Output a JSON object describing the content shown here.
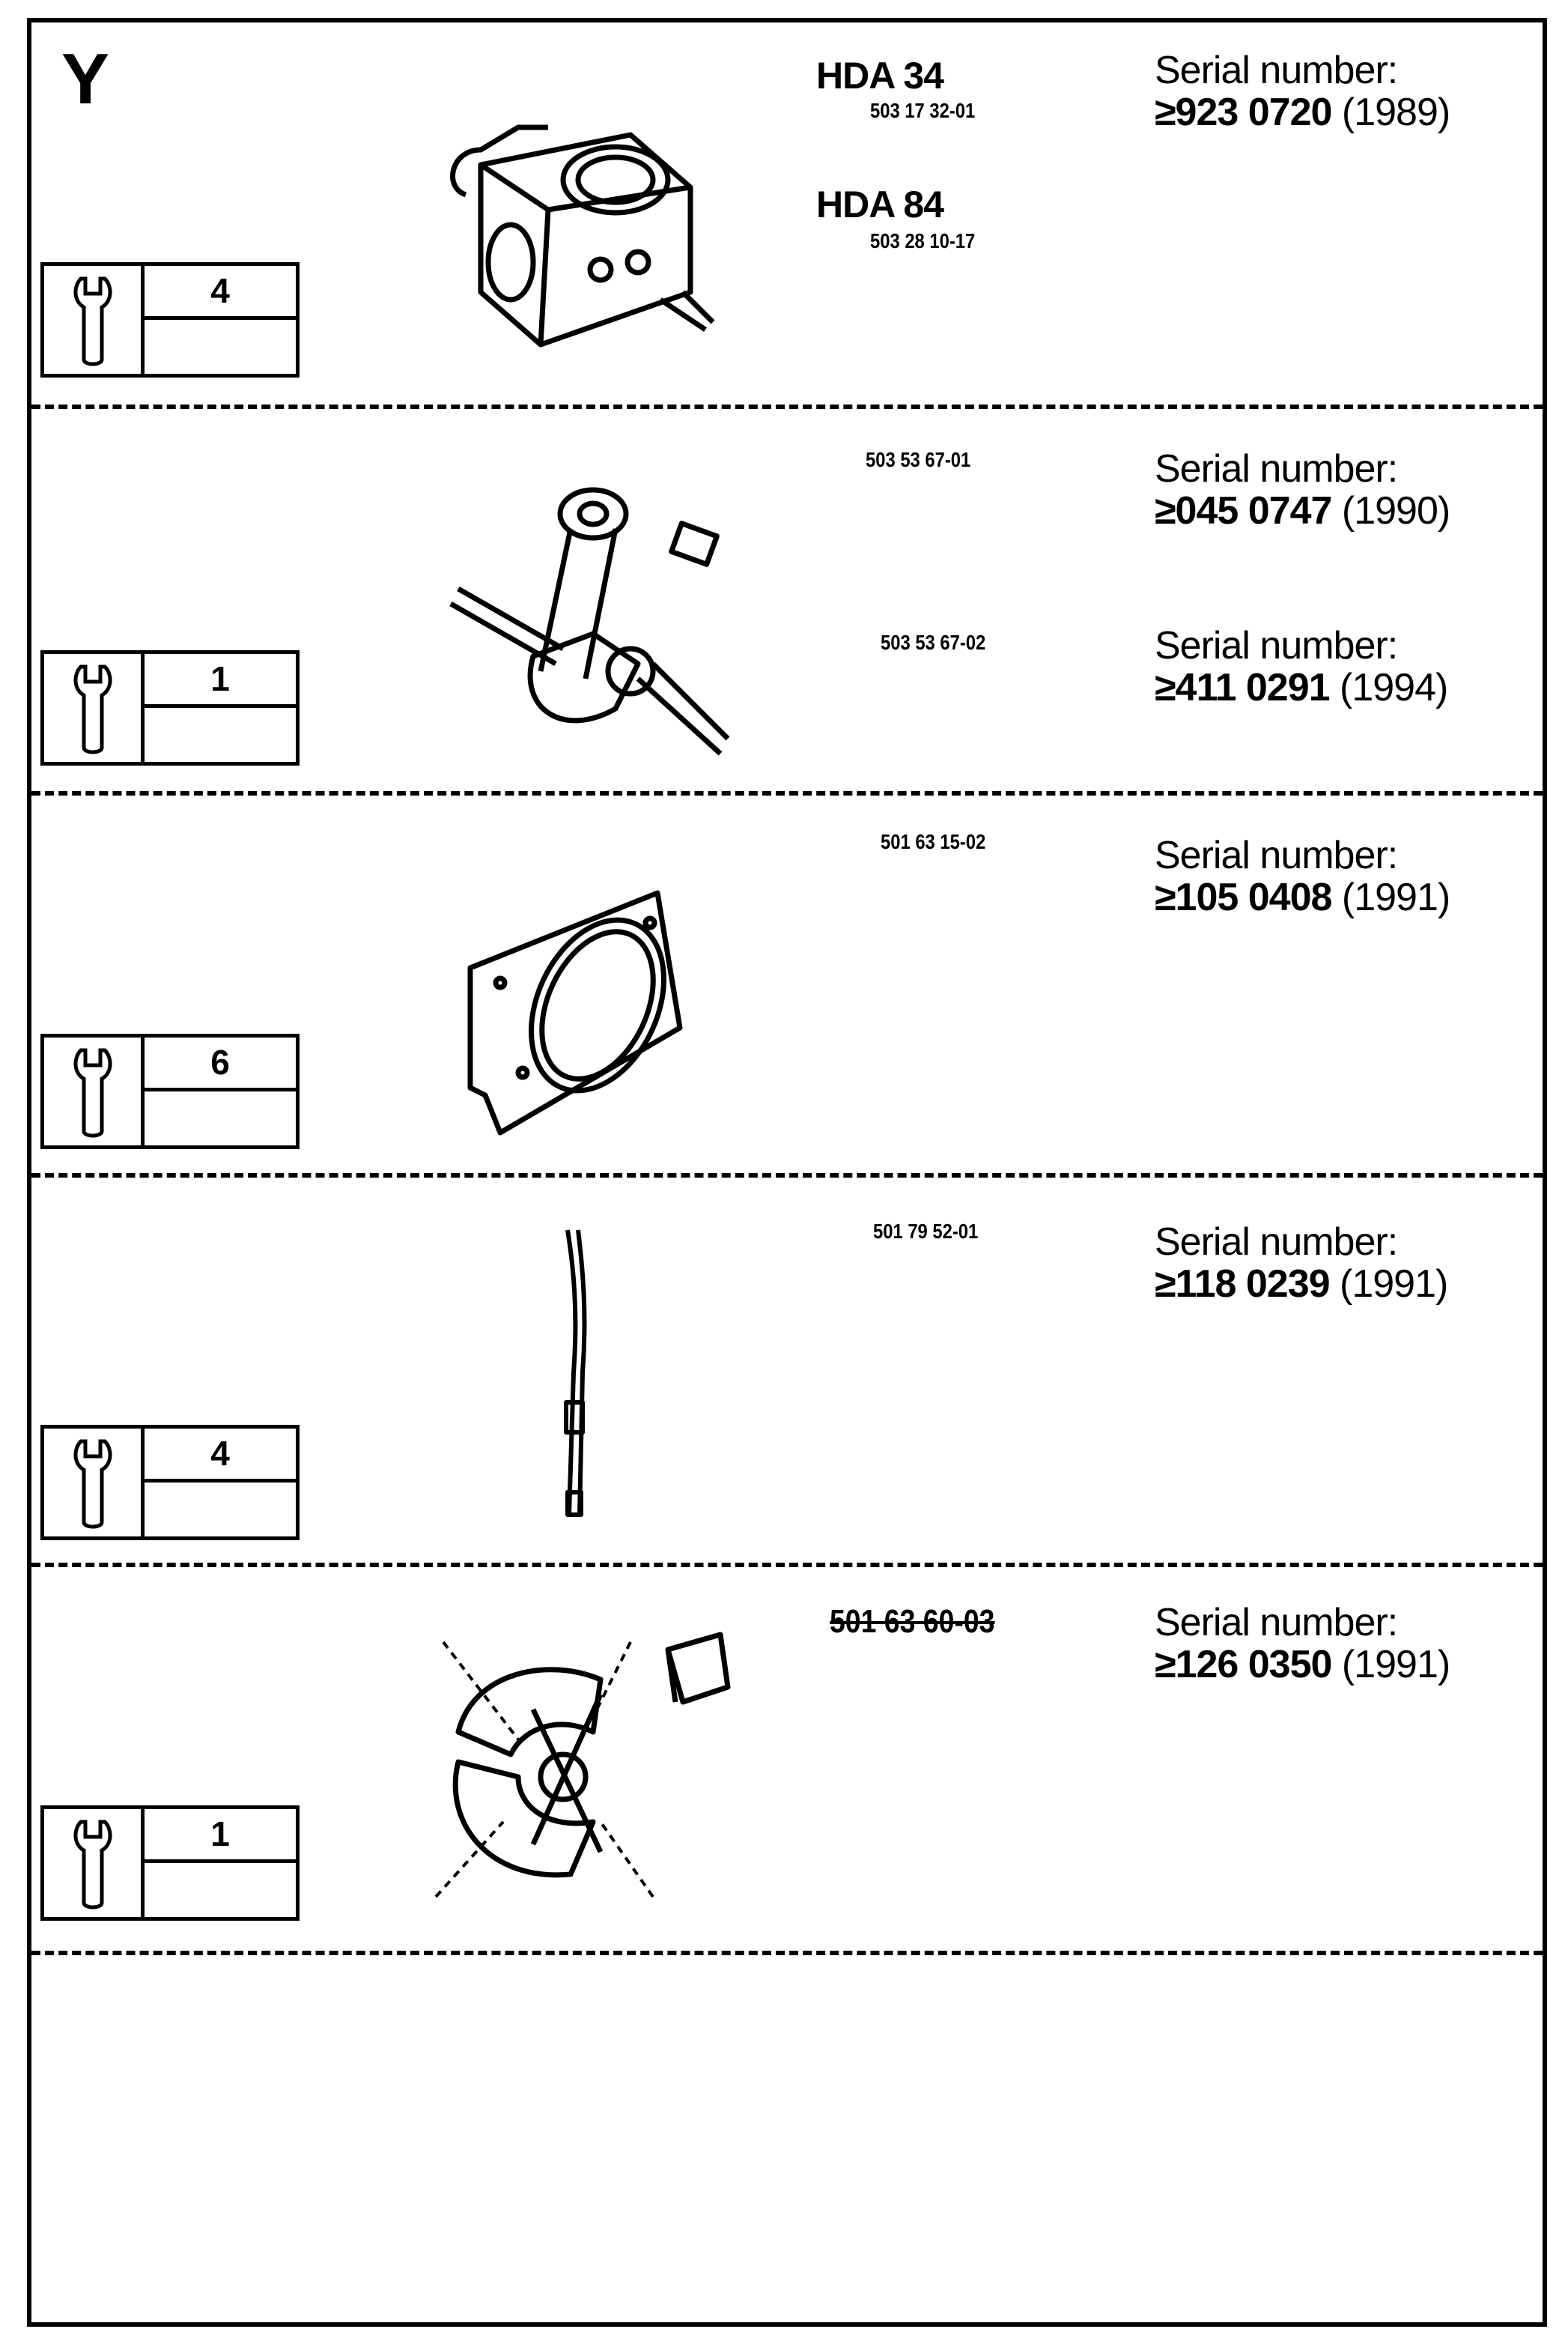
{
  "page_letter": "Y",
  "sections": [
    {
      "spec_value": "4",
      "models": [
        {
          "name": "HDA 34",
          "part": "503 17 32-01"
        },
        {
          "name": "HDA 84",
          "part": "503 28 10-17"
        }
      ],
      "serials": [
        {
          "label": "Serial number:",
          "value": "≥923 0720",
          "year": "(1989)"
        }
      ],
      "illustration": "carburetor-icon"
    },
    {
      "spec_value": "1",
      "parts": [
        "503 53 67-01",
        "503 53 67-02"
      ],
      "serials": [
        {
          "label": "Serial number:",
          "value": "≥045 0747",
          "year": "(1990)"
        },
        {
          "label": "Serial number:",
          "value": "≥411 0291",
          "year": "(1994)"
        }
      ],
      "illustration": "crankshaft-icon"
    },
    {
      "spec_value": "6",
      "parts": [
        "501 63 15-02"
      ],
      "serials": [
        {
          "label": "Serial number:",
          "value": "≥105 0408",
          "year": "(1991)"
        }
      ],
      "illustration": "gasket-plate-icon"
    },
    {
      "spec_value": "4",
      "parts": [
        "501 79 52-01"
      ],
      "serials": [
        {
          "label": "Serial number:",
          "value": "≥118 0239",
          "year": "(1991)"
        }
      ],
      "illustration": "fuel-hose-icon"
    },
    {
      "spec_value": "1",
      "parts": [
        "501 63 60-03"
      ],
      "serials": [
        {
          "label": "Serial number:",
          "value": "≥126 0350",
          "year": "(1991)"
        }
      ],
      "illustration": "clutch-icon"
    }
  ]
}
